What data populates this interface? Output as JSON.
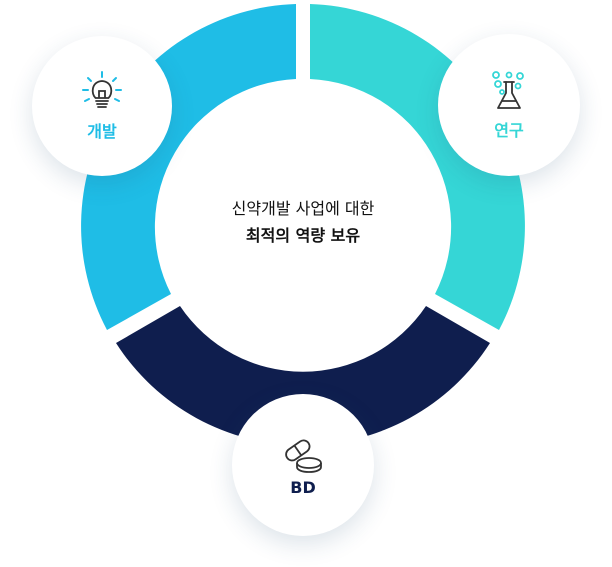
{
  "center": {
    "line1": "신약개발 사업에 대한",
    "line2": "최적의 역량 보유"
  },
  "nodes": {
    "development": {
      "label": "개발",
      "icon": "lightbulb-icon",
      "color": "#1fbde6"
    },
    "research": {
      "label": "연구",
      "icon": "flask-icon",
      "color": "#35d6d6"
    },
    "bd": {
      "label": "BD",
      "icon": "capsule-pill-icon",
      "color": "#0f1e4e"
    }
  },
  "ring": {
    "segments": [
      {
        "name": "development",
        "color": "#1fbde6"
      },
      {
        "name": "research",
        "color": "#35d6d6"
      },
      {
        "name": "bd",
        "color": "#0f1e4e"
      }
    ]
  }
}
